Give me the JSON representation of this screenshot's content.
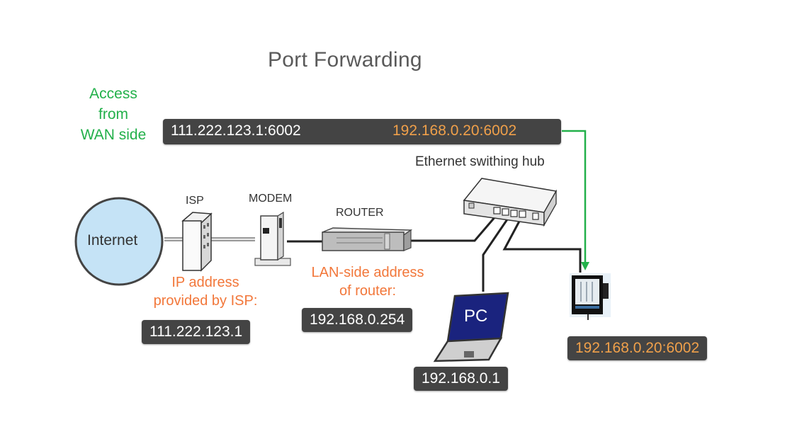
{
  "title": "Port Forwarding",
  "wan_label": [
    "Access",
    "from",
    "WAN side"
  ],
  "forward_bar": {
    "from": "111.222.123.1:6002",
    "to": "192.168.0.20:6002"
  },
  "nodes": {
    "internet": "Internet",
    "isp": "ISP",
    "modem": "MODEM",
    "router": "ROUTER",
    "hub": "Ethernet swithing hub",
    "pc": "PC"
  },
  "annotations": {
    "isp_ip_caption": [
      "IP address",
      "provided by ISP:"
    ],
    "isp_ip": "111.222.123.1",
    "router_caption": [
      "LAN-side address",
      "of router:"
    ],
    "router_ip": "192.168.0.254",
    "pc_ip": "192.168.0.1",
    "device_ip": "192.168.0.20:6002"
  },
  "colors": {
    "green": "#22b04a",
    "orange_text": "#f0a04a",
    "orange_caption": "#f2773a",
    "pill_bg": "#444444",
    "internet_fill": "#c5e3f6",
    "pc_screen": "#1a237e"
  }
}
